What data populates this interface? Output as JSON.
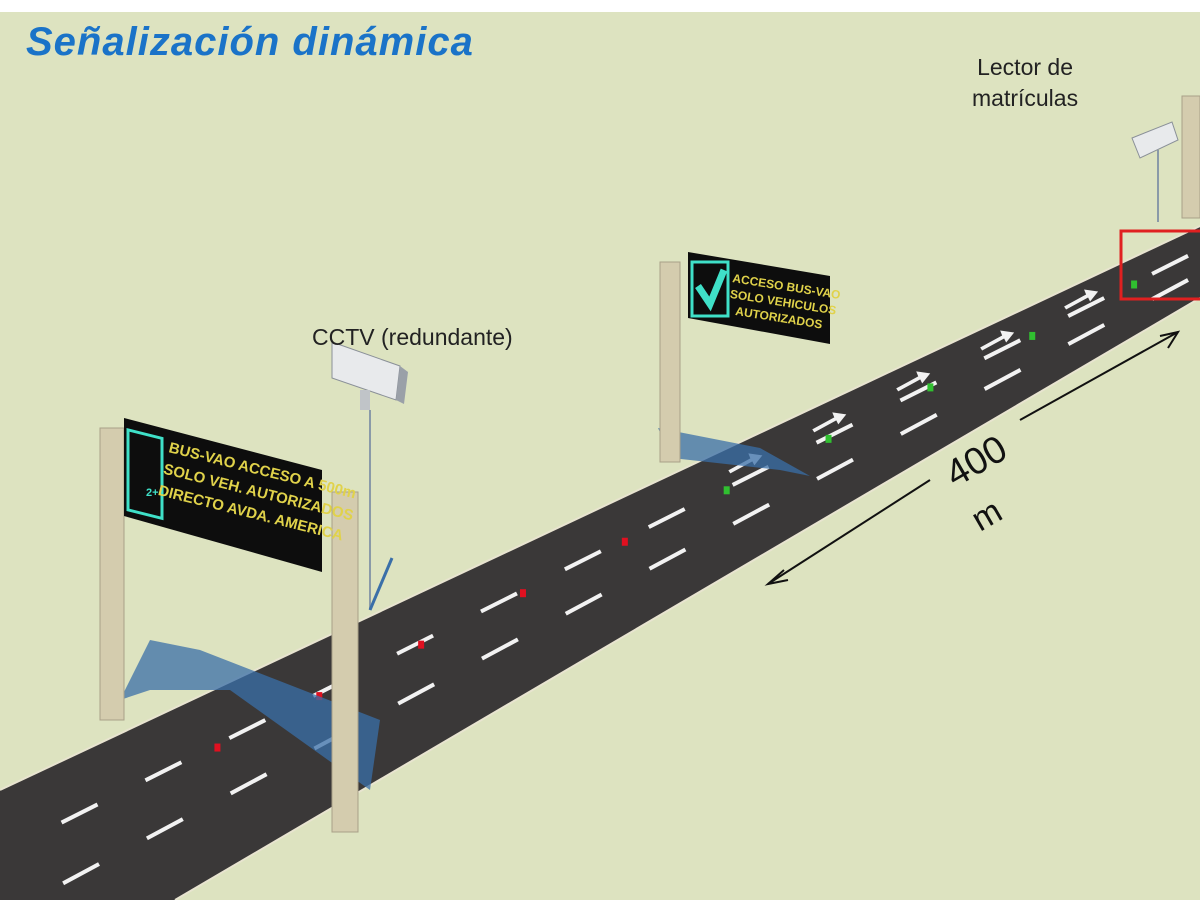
{
  "title": "Señalización dinámica",
  "labels": {
    "cctv": "CCTV (redundante)",
    "plate_reader_line1": "Lector de",
    "plate_reader_line2": "matrículas",
    "distance_value": "400",
    "distance_unit": "m"
  },
  "sign_1": {
    "lines": [
      "BUS-VAO ACCESO A 500m",
      "SOLO VEH. AUTORIZADOS",
      "DIRECTO AVDA. AMERICA"
    ],
    "icon_text": "2+"
  },
  "sign_2": {
    "lines": [
      "ACCESO BUS-VAO",
      "SOLO VEHICULOS",
      "AUTORIZADOS"
    ]
  },
  "colors": {
    "background": "#dde3c0",
    "title": "#1a73c8",
    "road": "#3a3838",
    "sign_text": "#e0d24a",
    "sign_icon": "#3fe0c8",
    "lane_light_red": "#e01020",
    "lane_light_green": "#30c030",
    "highlight_box": "#e02020"
  }
}
